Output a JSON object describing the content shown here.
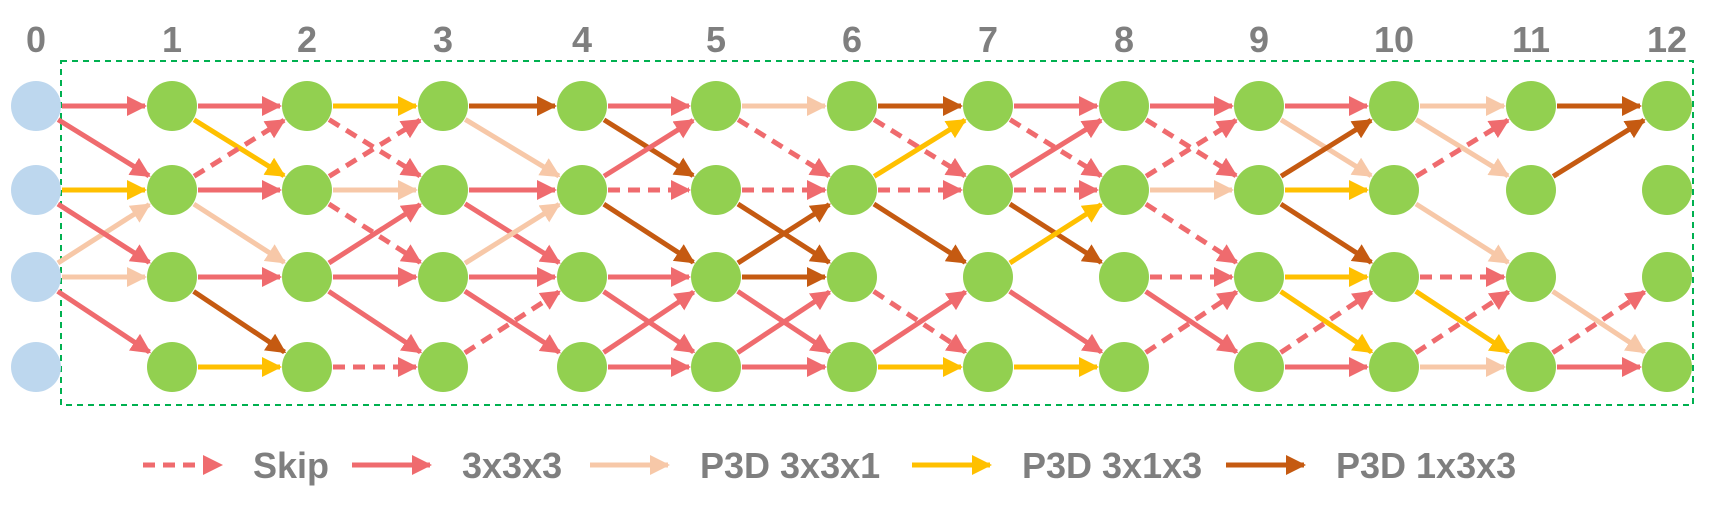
{
  "columns": [
    "0",
    "1",
    "2",
    "3",
    "4",
    "5",
    "6",
    "7",
    "8",
    "9",
    "10",
    "11",
    "12"
  ],
  "colors": {
    "skip": "#ef6b6e",
    "conv3x3x3": "#ef6b6e",
    "p3d_3x3x1": "#f7c8a8",
    "p3d_3x1x3": "#ffc000",
    "p3d_1x3x3": "#c55a11",
    "input_node": "#bdd7ee",
    "node": "#92d050",
    "frame": "#00b050"
  },
  "legend": [
    {
      "key": "skip",
      "label": "Skip",
      "dashed": true
    },
    {
      "key": "conv3x3x3",
      "label": "3x3x3",
      "dashed": false
    },
    {
      "key": "p3d_3x3x1",
      "label": "P3D 3x3x1",
      "dashed": false
    },
    {
      "key": "p3d_3x1x3",
      "label": "P3D 3x1x3",
      "dashed": false
    },
    {
      "key": "p3d_1x3x3",
      "label": "P3D 1x3x3",
      "dashed": false
    }
  ],
  "edges": [
    {
      "from": [
        0,
        0
      ],
      "to": [
        1,
        0
      ],
      "op": "conv3x3x3"
    },
    {
      "from": [
        0,
        0
      ],
      "to": [
        1,
        1
      ],
      "op": "conv3x3x3"
    },
    {
      "from": [
        0,
        1
      ],
      "to": [
        1,
        1
      ],
      "op": "p3d_3x1x3"
    },
    {
      "from": [
        0,
        2
      ],
      "to": [
        1,
        1
      ],
      "op": "p3d_3x3x1"
    },
    {
      "from": [
        0,
        2
      ],
      "to": [
        1,
        2
      ],
      "op": "p3d_3x3x1"
    },
    {
      "from": [
        0,
        2
      ],
      "to": [
        1,
        3
      ],
      "op": "conv3x3x3"
    },
    {
      "from": [
        0,
        1
      ],
      "to": [
        1,
        2
      ],
      "op": "conv3x3x3"
    },
    {
      "from": [
        1,
        0
      ],
      "to": [
        2,
        0
      ],
      "op": "conv3x3x3"
    },
    {
      "from": [
        1,
        0
      ],
      "to": [
        2,
        1
      ],
      "op": "p3d_3x1x3"
    },
    {
      "from": [
        1,
        1
      ],
      "to": [
        2,
        0
      ],
      "op": "skip"
    },
    {
      "from": [
        1,
        1
      ],
      "to": [
        2,
        1
      ],
      "op": "conv3x3x3"
    },
    {
      "from": [
        1,
        1
      ],
      "to": [
        2,
        2
      ],
      "op": "p3d_3x3x1"
    },
    {
      "from": [
        1,
        2
      ],
      "to": [
        2,
        2
      ],
      "op": "conv3x3x3"
    },
    {
      "from": [
        1,
        2
      ],
      "to": [
        2,
        3
      ],
      "op": "p3d_1x3x3"
    },
    {
      "from": [
        1,
        3
      ],
      "to": [
        2,
        3
      ],
      "op": "p3d_3x1x3"
    },
    {
      "from": [
        2,
        0
      ],
      "to": [
        3,
        0
      ],
      "op": "p3d_3x1x3"
    },
    {
      "from": [
        2,
        0
      ],
      "to": [
        3,
        1
      ],
      "op": "skip"
    },
    {
      "from": [
        2,
        1
      ],
      "to": [
        3,
        0
      ],
      "op": "skip"
    },
    {
      "from": [
        2,
        1
      ],
      "to": [
        3,
        1
      ],
      "op": "p3d_3x3x1"
    },
    {
      "from": [
        2,
        1
      ],
      "to": [
        3,
        2
      ],
      "op": "skip"
    },
    {
      "from": [
        2,
        2
      ],
      "to": [
        3,
        1
      ],
      "op": "conv3x3x3"
    },
    {
      "from": [
        2,
        2
      ],
      "to": [
        3,
        2
      ],
      "op": "conv3x3x3"
    },
    {
      "from": [
        2,
        2
      ],
      "to": [
        3,
        3
      ],
      "op": "conv3x3x3"
    },
    {
      "from": [
        2,
        3
      ],
      "to": [
        3,
        3
      ],
      "op": "skip"
    },
    {
      "from": [
        3,
        0
      ],
      "to": [
        4,
        0
      ],
      "op": "p3d_1x3x3"
    },
    {
      "from": [
        3,
        0
      ],
      "to": [
        4,
        1
      ],
      "op": "p3d_3x3x1"
    },
    {
      "from": [
        3,
        1
      ],
      "to": [
        4,
        1
      ],
      "op": "conv3x3x3"
    },
    {
      "from": [
        3,
        1
      ],
      "to": [
        4,
        2
      ],
      "op": "conv3x3x3"
    },
    {
      "from": [
        3,
        2
      ],
      "to": [
        4,
        1
      ],
      "op": "p3d_3x3x1"
    },
    {
      "from": [
        3,
        2
      ],
      "to": [
        4,
        2
      ],
      "op": "conv3x3x3"
    },
    {
      "from": [
        3,
        2
      ],
      "to": [
        4,
        3
      ],
      "op": "conv3x3x3"
    },
    {
      "from": [
        3,
        3
      ],
      "to": [
        4,
        2
      ],
      "op": "skip"
    },
    {
      "from": [
        4,
        0
      ],
      "to": [
        5,
        0
      ],
      "op": "conv3x3x3"
    },
    {
      "from": [
        4,
        0
      ],
      "to": [
        5,
        1
      ],
      "op": "p3d_1x3x3"
    },
    {
      "from": [
        4,
        1
      ],
      "to": [
        5,
        0
      ],
      "op": "conv3x3x3"
    },
    {
      "from": [
        4,
        1
      ],
      "to": [
        5,
        1
      ],
      "op": "skip"
    },
    {
      "from": [
        4,
        1
      ],
      "to": [
        5,
        2
      ],
      "op": "p3d_1x3x3"
    },
    {
      "from": [
        4,
        2
      ],
      "to": [
        5,
        2
      ],
      "op": "conv3x3x3"
    },
    {
      "from": [
        4,
        2
      ],
      "to": [
        5,
        3
      ],
      "op": "conv3x3x3"
    },
    {
      "from": [
        4,
        3
      ],
      "to": [
        5,
        2
      ],
      "op": "conv3x3x3"
    },
    {
      "from": [
        4,
        3
      ],
      "to": [
        5,
        3
      ],
      "op": "conv3x3x3"
    },
    {
      "from": [
        5,
        0
      ],
      "to": [
        6,
        0
      ],
      "op": "p3d_3x3x1"
    },
    {
      "from": [
        5,
        0
      ],
      "to": [
        6,
        1
      ],
      "op": "skip"
    },
    {
      "from": [
        5,
        1
      ],
      "to": [
        6,
        1
      ],
      "op": "skip"
    },
    {
      "from": [
        5,
        1
      ],
      "to": [
        6,
        2
      ],
      "op": "p3d_1x3x3"
    },
    {
      "from": [
        5,
        2
      ],
      "to": [
        6,
        1
      ],
      "op": "p3d_1x3x3"
    },
    {
      "from": [
        5,
        2
      ],
      "to": [
        6,
        2
      ],
      "op": "p3d_1x3x3"
    },
    {
      "from": [
        5,
        2
      ],
      "to": [
        6,
        3
      ],
      "op": "conv3x3x3"
    },
    {
      "from": [
        5,
        3
      ],
      "to": [
        6,
        2
      ],
      "op": "conv3x3x3"
    },
    {
      "from": [
        5,
        3
      ],
      "to": [
        6,
        3
      ],
      "op": "conv3x3x3"
    },
    {
      "from": [
        6,
        0
      ],
      "to": [
        7,
        0
      ],
      "op": "p3d_1x3x3"
    },
    {
      "from": [
        6,
        0
      ],
      "to": [
        7,
        1
      ],
      "op": "skip"
    },
    {
      "from": [
        6,
        1
      ],
      "to": [
        7,
        0
      ],
      "op": "p3d_3x1x3"
    },
    {
      "from": [
        6,
        1
      ],
      "to": [
        7,
        1
      ],
      "op": "skip"
    },
    {
      "from": [
        6,
        1
      ],
      "to": [
        7,
        2
      ],
      "op": "p3d_1x3x3"
    },
    {
      "from": [
        6,
        2
      ],
      "to": [
        7,
        3
      ],
      "op": "skip"
    },
    {
      "from": [
        6,
        3
      ],
      "to": [
        7,
        2
      ],
      "op": "conv3x3x3"
    },
    {
      "from": [
        6,
        3
      ],
      "to": [
        7,
        3
      ],
      "op": "p3d_3x1x3"
    },
    {
      "from": [
        7,
        0
      ],
      "to": [
        8,
        0
      ],
      "op": "conv3x3x3"
    },
    {
      "from": [
        7,
        0
      ],
      "to": [
        8,
        1
      ],
      "op": "skip"
    },
    {
      "from": [
        7,
        1
      ],
      "to": [
        8,
        0
      ],
      "op": "conv3x3x3"
    },
    {
      "from": [
        7,
        1
      ],
      "to": [
        8,
        1
      ],
      "op": "skip"
    },
    {
      "from": [
        7,
        1
      ],
      "to": [
        8,
        2
      ],
      "op": "p3d_1x3x3"
    },
    {
      "from": [
        7,
        2
      ],
      "to": [
        8,
        1
      ],
      "op": "p3d_3x1x3"
    },
    {
      "from": [
        7,
        3
      ],
      "to": [
        8,
        3
      ],
      "op": "p3d_3x1x3"
    },
    {
      "from": [
        7,
        2
      ],
      "to": [
        8,
        3
      ],
      "op": "conv3x3x3"
    },
    {
      "from": [
        8,
        0
      ],
      "to": [
        9,
        0
      ],
      "op": "conv3x3x3"
    },
    {
      "from": [
        8,
        0
      ],
      "to": [
        9,
        1
      ],
      "op": "skip"
    },
    {
      "from": [
        8,
        1
      ],
      "to": [
        9,
        0
      ],
      "op": "skip"
    },
    {
      "from": [
        8,
        1
      ],
      "to": [
        9,
        1
      ],
      "op": "p3d_3x3x1"
    },
    {
      "from": [
        8,
        1
      ],
      "to": [
        9,
        2
      ],
      "op": "skip"
    },
    {
      "from": [
        8,
        2
      ],
      "to": [
        9,
        2
      ],
      "op": "skip"
    },
    {
      "from": [
        8,
        2
      ],
      "to": [
        9,
        3
      ],
      "op": "conv3x3x3"
    },
    {
      "from": [
        8,
        3
      ],
      "to": [
        9,
        2
      ],
      "op": "skip"
    },
    {
      "from": [
        9,
        0
      ],
      "to": [
        10,
        0
      ],
      "op": "conv3x3x3"
    },
    {
      "from": [
        9,
        0
      ],
      "to": [
        10,
        1
      ],
      "op": "p3d_3x3x1"
    },
    {
      "from": [
        9,
        1
      ],
      "to": [
        10,
        0
      ],
      "op": "p3d_1x3x3"
    },
    {
      "from": [
        9,
        1
      ],
      "to": [
        10,
        1
      ],
      "op": "p3d_3x1x3"
    },
    {
      "from": [
        9,
        1
      ],
      "to": [
        10,
        2
      ],
      "op": "p3d_1x3x3"
    },
    {
      "from": [
        9,
        2
      ],
      "to": [
        10,
        2
      ],
      "op": "p3d_3x1x3"
    },
    {
      "from": [
        9,
        2
      ],
      "to": [
        10,
        3
      ],
      "op": "p3d_3x1x3"
    },
    {
      "from": [
        9,
        3
      ],
      "to": [
        10,
        2
      ],
      "op": "skip"
    },
    {
      "from": [
        9,
        3
      ],
      "to": [
        10,
        3
      ],
      "op": "conv3x3x3"
    },
    {
      "from": [
        10,
        0
      ],
      "to": [
        11,
        0
      ],
      "op": "p3d_3x3x1"
    },
    {
      "from": [
        10,
        0
      ],
      "to": [
        11,
        1
      ],
      "op": "p3d_3x3x1"
    },
    {
      "from": [
        10,
        1
      ],
      "to": [
        11,
        0
      ],
      "op": "skip"
    },
    {
      "from": [
        10,
        1
      ],
      "to": [
        11,
        2
      ],
      "op": "p3d_3x3x1"
    },
    {
      "from": [
        10,
        2
      ],
      "to": [
        11,
        2
      ],
      "op": "skip"
    },
    {
      "from": [
        10,
        2
      ],
      "to": [
        11,
        3
      ],
      "op": "p3d_3x1x3"
    },
    {
      "from": [
        10,
        3
      ],
      "to": [
        11,
        2
      ],
      "op": "skip"
    },
    {
      "from": [
        10,
        3
      ],
      "to": [
        11,
        3
      ],
      "op": "p3d_3x3x1"
    },
    {
      "from": [
        11,
        0
      ],
      "to": [
        12,
        0
      ],
      "op": "p3d_1x3x3"
    },
    {
      "from": [
        11,
        1
      ],
      "to": [
        12,
        0
      ],
      "op": "p3d_1x3x3"
    },
    {
      "from": [
        11,
        2
      ],
      "to": [
        12,
        3
      ],
      "op": "p3d_3x3x1"
    },
    {
      "from": [
        11,
        3
      ],
      "to": [
        12,
        2
      ],
      "op": "skip"
    },
    {
      "from": [
        11,
        3
      ],
      "to": [
        12,
        3
      ],
      "op": "conv3x3x3"
    }
  ]
}
